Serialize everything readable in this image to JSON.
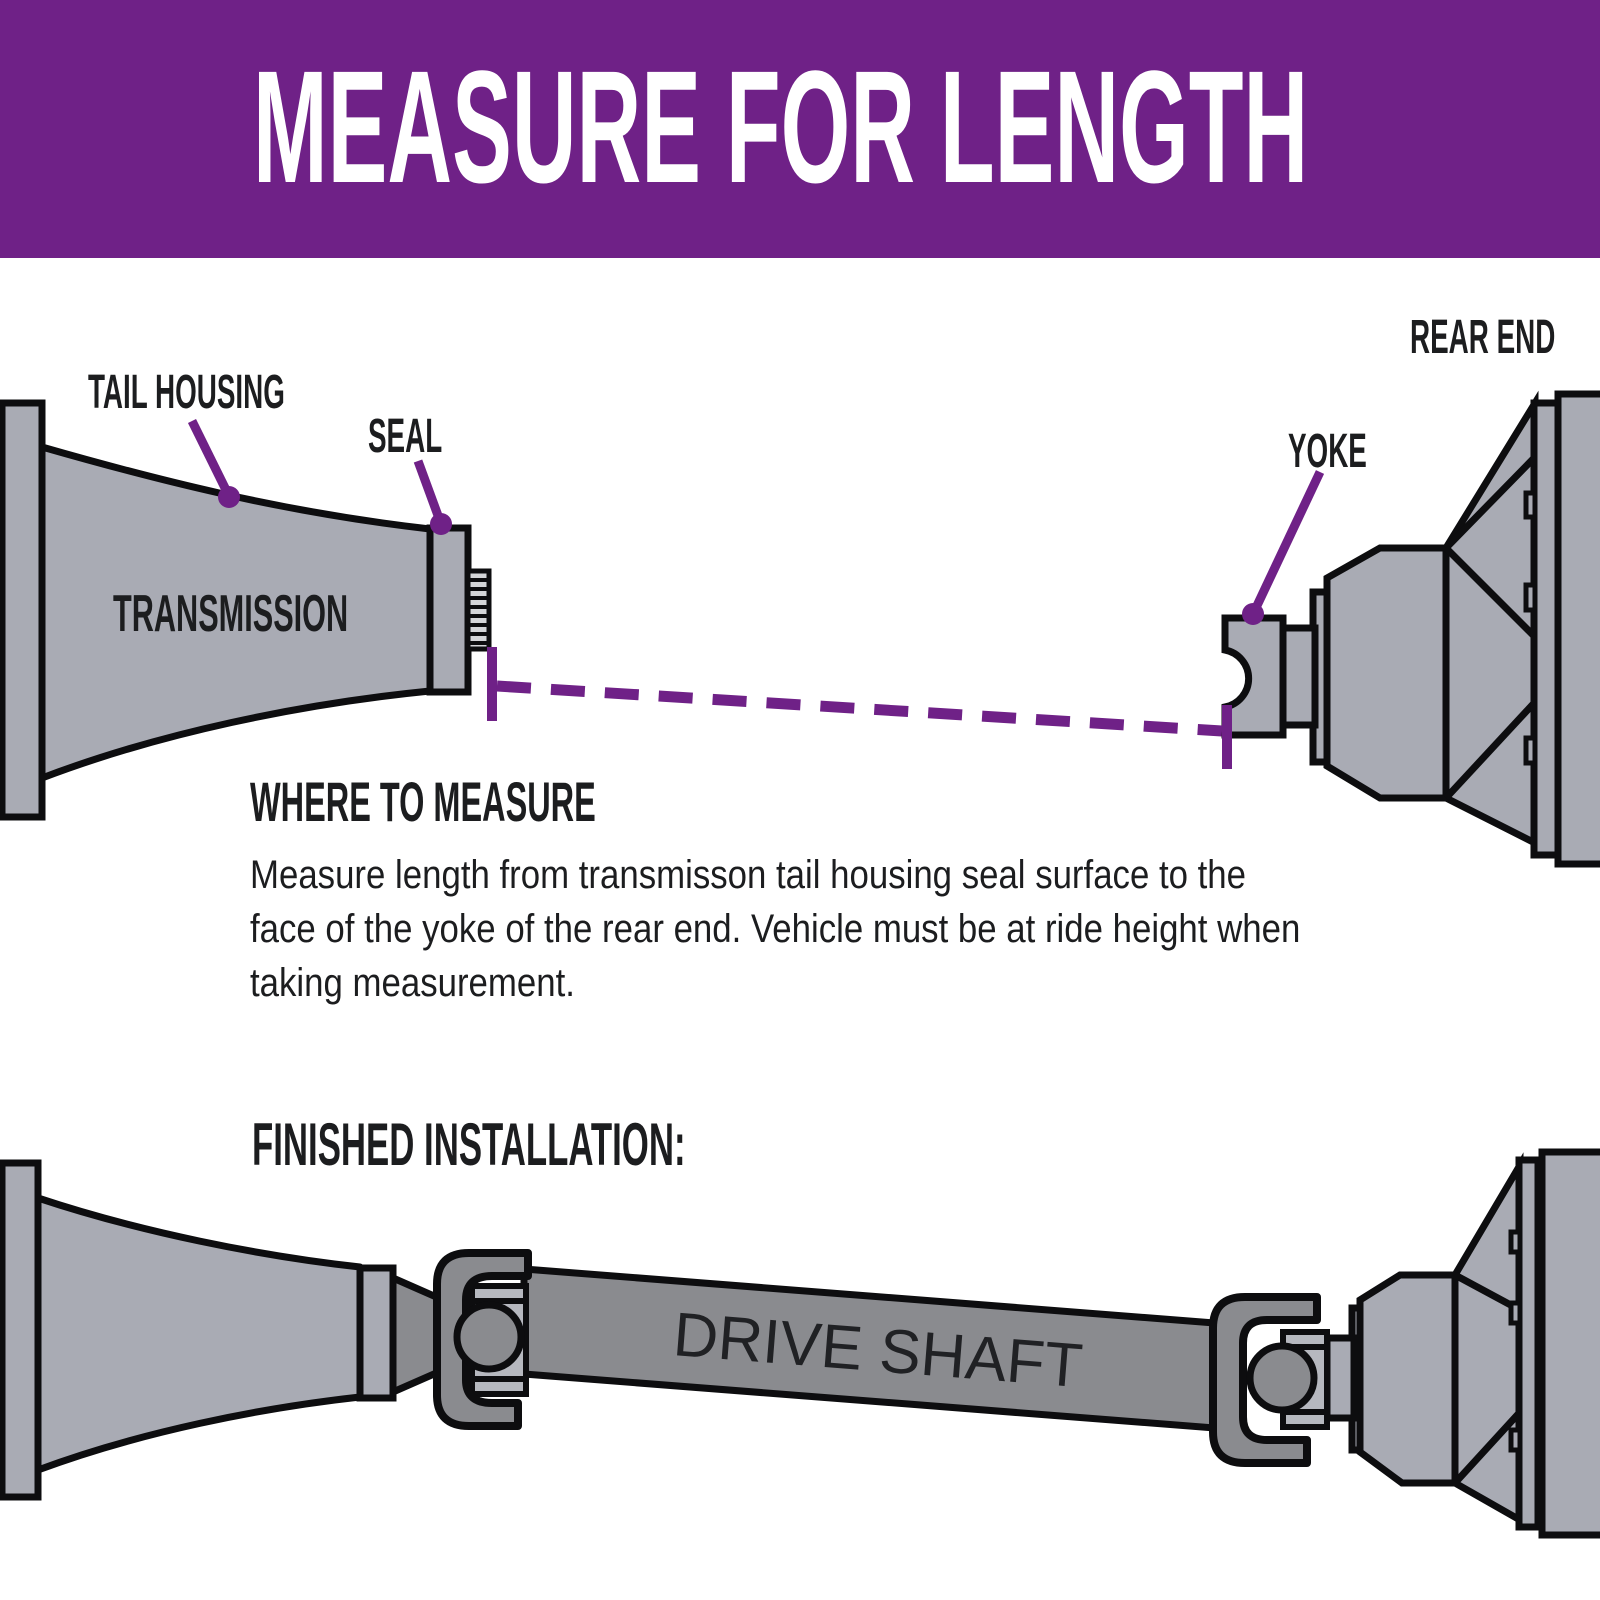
{
  "banner": {
    "title": "MEASURE FOR LENGTH"
  },
  "top_diagram": {
    "tail_housing_label": "TAIL HOUSING",
    "seal_label": "SEAL",
    "transmission_label": "TRANSMISSION",
    "yoke_label": "YOKE",
    "rear_end_label": "REAR END"
  },
  "where_to_measure": {
    "heading": "WHERE TO MEASURE",
    "line1": "Measure length from transmisson tail housing seal surface to the",
    "line2": "face of the yoke of the rear end. Vehicle must be at ride height when",
    "line3": "taking measurement."
  },
  "finished_installation": {
    "heading": "FINISHED INSTALLATION:",
    "drive_shaft_label": "DRIVE SHAFT"
  },
  "colors": {
    "banner_purple": "#6F2187",
    "callout_purple": "#6F2187",
    "machine_gray": "#A9ABB4",
    "shaft_dark_gray": "#8A8B8F",
    "outline_black": "#0D0D0F",
    "text_black": "#1C1D1F",
    "background": "#FFFFFF"
  }
}
